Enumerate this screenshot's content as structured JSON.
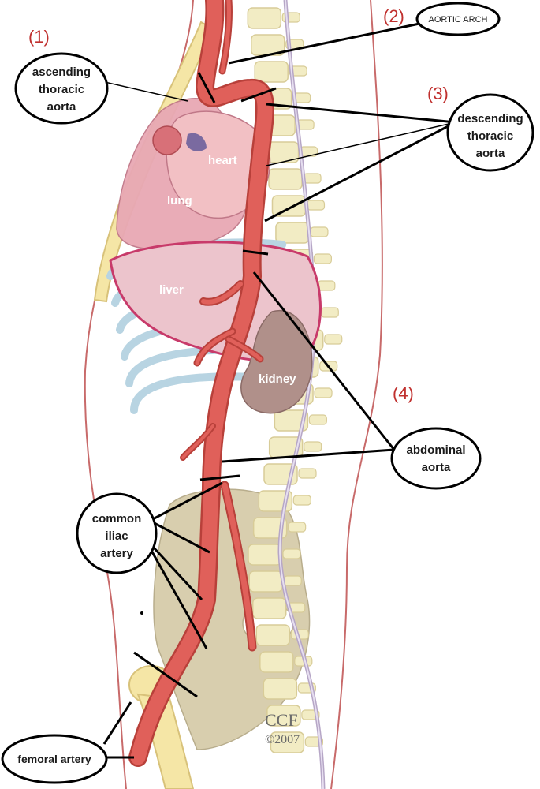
{
  "labels": {
    "ascending_1": "ascending",
    "ascending_2": "thoracic",
    "ascending_3": "aorta",
    "aortic_arch": "AORTIC ARCH",
    "descending_1": "descending",
    "descending_2": "thoracic",
    "descending_3": "aorta",
    "abdominal_1": "abdominal",
    "abdominal_2": "aorta",
    "iliac_1": "common",
    "iliac_2": "iliac",
    "iliac_3": "artery",
    "femoral": "femoral artery"
  },
  "numbers": {
    "n1": "(1)",
    "n2": "(2)",
    "n3": "(3)",
    "n4": "(4)"
  },
  "organs": {
    "heart": "heart",
    "lung": "lung",
    "liver": "liver",
    "kidney": "kidney"
  },
  "credit": {
    "line1": "CCF",
    "line2": "©2007"
  },
  "colors": {
    "artery": "#e0605a",
    "artery_dark": "#b8403a",
    "body_outline": "#c86a6a",
    "spine": "#f2ecc4",
    "bone": "#d8ceae",
    "lung": "#e8a8b4",
    "liver": "#ecc4cc",
    "kidney": "#b0908a",
    "rib": "#b8d4e2",
    "label_number": "#c0302e"
  }
}
